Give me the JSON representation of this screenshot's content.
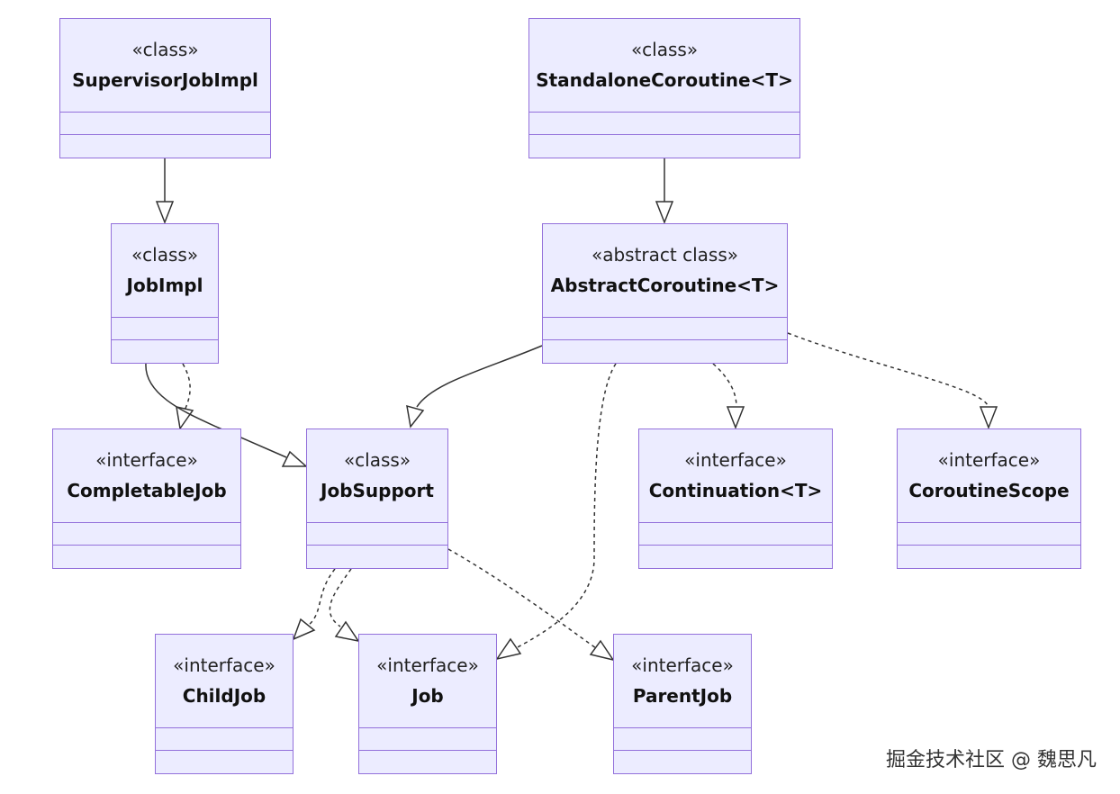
{
  "nodes": {
    "supervisor_job_impl": {
      "stereotype": "«class»",
      "name": "SupervisorJobImpl"
    },
    "standalone_coroutine": {
      "stereotype": "«class»",
      "name": "StandaloneCoroutine<T>"
    },
    "job_impl": {
      "stereotype": "«class»",
      "name": "JobImpl"
    },
    "abstract_coroutine": {
      "stereotype": "«abstract class»",
      "name": "AbstractCoroutine<T>"
    },
    "completable_job": {
      "stereotype": "«interface»",
      "name": "CompletableJob"
    },
    "job_support": {
      "stereotype": "«class»",
      "name": "JobSupport"
    },
    "continuation": {
      "stereotype": "«interface»",
      "name": "Continuation<T>"
    },
    "coroutine_scope": {
      "stereotype": "«interface»",
      "name": "CoroutineScope"
    },
    "child_job": {
      "stereotype": "«interface»",
      "name": "ChildJob"
    },
    "job": {
      "stereotype": "«interface»",
      "name": "Job"
    },
    "parent_job": {
      "stereotype": "«interface»",
      "name": "ParentJob"
    }
  },
  "relations": [
    {
      "from": "SupervisorJobImpl",
      "to": "JobImpl",
      "type": "inheritance"
    },
    {
      "from": "StandaloneCoroutine<T>",
      "to": "AbstractCoroutine<T>",
      "type": "inheritance"
    },
    {
      "from": "JobImpl",
      "to": "CompletableJob",
      "type": "realization"
    },
    {
      "from": "JobImpl",
      "to": "JobSupport",
      "type": "inheritance"
    },
    {
      "from": "AbstractCoroutine<T>",
      "to": "JobSupport",
      "type": "inheritance"
    },
    {
      "from": "AbstractCoroutine<T>",
      "to": "Job",
      "type": "realization"
    },
    {
      "from": "AbstractCoroutine<T>",
      "to": "Continuation<T>",
      "type": "realization"
    },
    {
      "from": "AbstractCoroutine<T>",
      "to": "CoroutineScope",
      "type": "realization"
    },
    {
      "from": "JobSupport",
      "to": "ChildJob",
      "type": "realization"
    },
    {
      "from": "JobSupport",
      "to": "Job",
      "type": "realization"
    },
    {
      "from": "JobSupport",
      "to": "ParentJob",
      "type": "realization"
    }
  ],
  "colors": {
    "node_fill": "#ececff",
    "node_border": "#9370db",
    "edge": "#333333"
  },
  "watermark": "掘金技术社区 @ 魏思凡"
}
